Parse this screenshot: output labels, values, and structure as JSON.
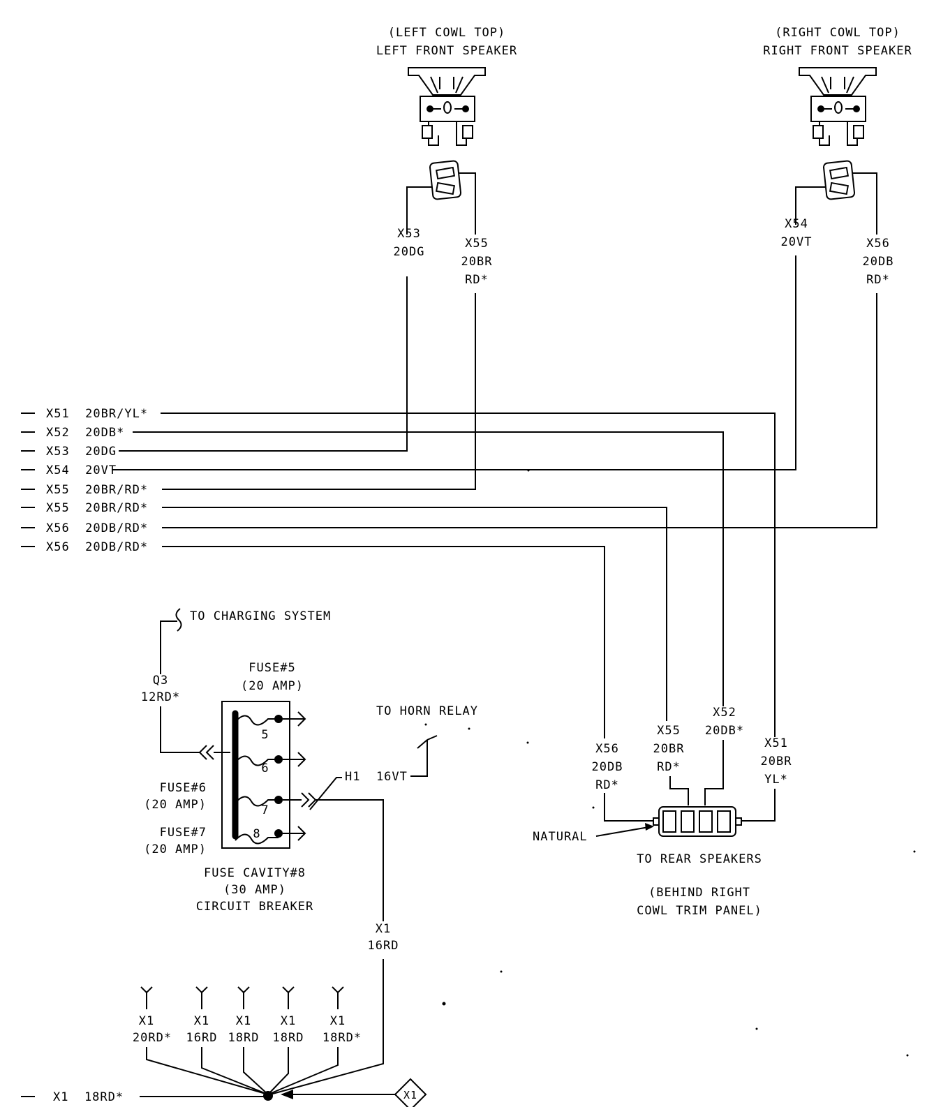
{
  "speakers": {
    "left": {
      "location": "(LEFT COWL TOP)",
      "name": "LEFT FRONT SPEAKER",
      "wire_a": [
        "X53",
        "20DG"
      ],
      "wire_b": [
        "X55",
        "20BR",
        "RD*"
      ]
    },
    "right": {
      "location": "(RIGHT COWL TOP)",
      "name": "RIGHT FRONT SPEAKER",
      "wire_a": [
        "X54",
        "20VT"
      ],
      "wire_b": [
        "X56",
        "20DB",
        "RD*"
      ]
    }
  },
  "harness_wires": [
    "X51  20BR/YL*",
    "X52  20DB*",
    "X53  20DG",
    "X54  20VT",
    "X55  20BR/RD*",
    "X55  20BR/RD*",
    "X56  20DB/RD*",
    "X56  20DB/RD*"
  ],
  "rear_connector": {
    "wires": {
      "x56": [
        "X56",
        "20DB",
        "RD*"
      ],
      "x55": [
        "X55",
        "20BR",
        "RD*"
      ],
      "x52": [
        "X52",
        "20DB*"
      ],
      "x51": [
        "X51",
        "20BR",
        "YL*"
      ]
    },
    "natural_label": "NATURAL",
    "title": "TO REAR SPEAKERS",
    "location": [
      "(BEHIND RIGHT",
      "COWL TRIM PANEL)"
    ]
  },
  "charging": {
    "to_label": "TO CHARGING SYSTEM",
    "wire": [
      "Q3",
      "12RD*"
    ]
  },
  "fuse_block": {
    "fuse5": [
      "FUSE#5",
      "(20 AMP)"
    ],
    "fuse6": [
      "FUSE#6",
      "(20 AMP)"
    ],
    "fuse7": [
      "FUSE#7",
      "(20 AMP)"
    ],
    "cavity_numbers": [
      "5",
      "6",
      "7",
      "8"
    ],
    "cavity8": [
      "FUSE CAVITY#8",
      "(30 AMP)",
      "CIRCUIT BREAKER"
    ]
  },
  "horn": {
    "to_label": "TO HORN RELAY",
    "wire": "H1  16VT"
  },
  "x1_feed": {
    "main_wire": [
      "X1",
      "16RD"
    ],
    "branches": [
      [
        "X1",
        "20RD*"
      ],
      [
        "X1",
        "16RD"
      ],
      [
        "X1",
        "18RD"
      ],
      [
        "X1",
        "18RD"
      ],
      [
        "X1",
        "18RD*"
      ]
    ],
    "left_wire": "X1  18RD*",
    "splice_label": "X1"
  }
}
